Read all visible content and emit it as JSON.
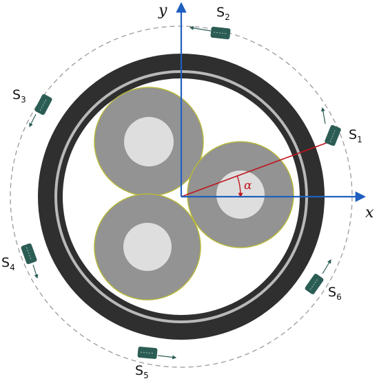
{
  "axes": {
    "x_label": "x",
    "y_label": "y"
  },
  "angle_label": "α",
  "sensors": [
    {
      "name": "S",
      "sub": "1"
    },
    {
      "name": "S",
      "sub": "2"
    },
    {
      "name": "S",
      "sub": "3"
    },
    {
      "name": "S",
      "sub": "4"
    },
    {
      "name": "S",
      "sub": "5"
    },
    {
      "name": "S",
      "sub": "6"
    }
  ],
  "colors": {
    "axis": "#1f5fbf",
    "radius_line": "#c0141c",
    "outer_sheath": "#2f2f2f",
    "sheath_stripe": "#b9b9b9",
    "conductor_insulation": "#939393",
    "conductor_core": "#dedede",
    "conductor_outline": "#b6b83a",
    "sensor_body": "#2c5d55",
    "dashed_circle": "#9a9a9a"
  },
  "icons": {
    "sensor": "sensor-block-icon",
    "direction": "arrow-icon"
  }
}
